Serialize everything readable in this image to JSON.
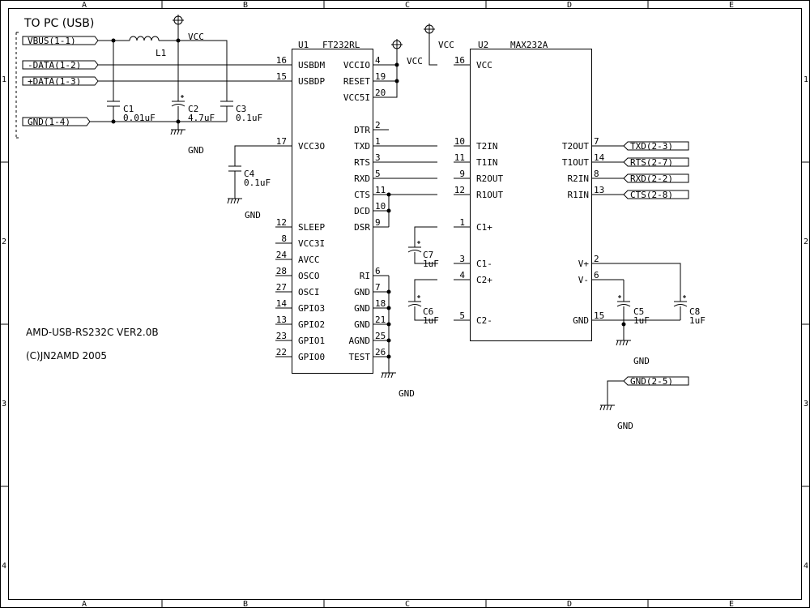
{
  "title_block": {
    "header": "TO PC (USB)",
    "project": "AMD-USB-RS232C VER2.0B",
    "copyright": "(C)JN2AMD 2005"
  },
  "border": {
    "cols": [
      "A",
      "B",
      "C",
      "D",
      "E"
    ],
    "rows": [
      "1",
      "2",
      "3",
      "4"
    ]
  },
  "ports": {
    "vbus": "VBUS(1-1)",
    "dminus": "-DATA(1-2)",
    "dplus": "+DATA(1-3)",
    "gnd1": "GND(1-4)",
    "txd": "TXD(2-3)",
    "rts": "RTS(2-7)",
    "rxd": "RXD(2-2)",
    "cts": "CTS(2-8)",
    "gnd2": "GND(2-5)"
  },
  "nets": {
    "vcc": "VCC",
    "gnd": "GND"
  },
  "components": {
    "l1": "L1",
    "c1": "C1",
    "c1_val": "0.01uF",
    "c2": "C2",
    "c2_val": "4.7uF",
    "c3": "C3",
    "c3_val": "0.1uF",
    "c4": "C4",
    "c4_val": "0.1uF",
    "c5": "C5",
    "c5_val": "1uF",
    "c6": "C6",
    "c6_val": "1uF",
    "c7": "C7",
    "c7_val": "1uF",
    "c8": "C8",
    "c8_val": "1uF"
  },
  "u1": {
    "ref": "U1",
    "part": "FT232RL",
    "left_pins": [
      {
        "num": "16",
        "name": "USBDM"
      },
      {
        "num": "15",
        "name": "USBDP"
      },
      {
        "num": "17",
        "name": "VCC3O"
      },
      {
        "num": "12",
        "name": "SLEEP"
      },
      {
        "num": "8",
        "name": "VCC3I"
      },
      {
        "num": "24",
        "name": "AVCC"
      },
      {
        "num": "28",
        "name": "OSCO"
      },
      {
        "num": "27",
        "name": "OSCI"
      },
      {
        "num": "14",
        "name": "GPIO3"
      },
      {
        "num": "13",
        "name": "GPIO2"
      },
      {
        "num": "23",
        "name": "GPIO1"
      },
      {
        "num": "22",
        "name": "GPIO0"
      }
    ],
    "right_pins": [
      {
        "num": "4",
        "name": "VCCIO"
      },
      {
        "num": "19",
        "name": "RESET"
      },
      {
        "num": "20",
        "name": "VCC5I"
      },
      {
        "num": "2",
        "name": "DTR"
      },
      {
        "num": "1",
        "name": "TXD"
      },
      {
        "num": "3",
        "name": "RTS"
      },
      {
        "num": "5",
        "name": "RXD"
      },
      {
        "num": "11",
        "name": "CTS"
      },
      {
        "num": "10",
        "name": "DCD"
      },
      {
        "num": "9",
        "name": "DSR"
      },
      {
        "num": "6",
        "name": "RI"
      },
      {
        "num": "7",
        "name": "GND"
      },
      {
        "num": "18",
        "name": "GND"
      },
      {
        "num": "21",
        "name": "GND"
      },
      {
        "num": "25",
        "name": "AGND"
      },
      {
        "num": "26",
        "name": "TEST"
      }
    ]
  },
  "u2": {
    "ref": "U2",
    "part": "MAX232A",
    "left_pins": [
      {
        "num": "16",
        "name": "VCC"
      },
      {
        "num": "10",
        "name": "T2IN"
      },
      {
        "num": "11",
        "name": "T1IN"
      },
      {
        "num": "9",
        "name": "R2OUT"
      },
      {
        "num": "12",
        "name": "R1OUT"
      },
      {
        "num": "1",
        "name": "C1+"
      },
      {
        "num": "3",
        "name": "C1-"
      },
      {
        "num": "4",
        "name": "C2+"
      },
      {
        "num": "5",
        "name": "C2-"
      }
    ],
    "right_pins": [
      {
        "num": "7",
        "name": "T2OUT"
      },
      {
        "num": "14",
        "name": "T1OUT"
      },
      {
        "num": "8",
        "name": "R2IN"
      },
      {
        "num": "13",
        "name": "R1IN"
      },
      {
        "num": "2",
        "name": "V+"
      },
      {
        "num": "6",
        "name": "V-"
      },
      {
        "num": "15",
        "name": "GND"
      }
    ]
  }
}
